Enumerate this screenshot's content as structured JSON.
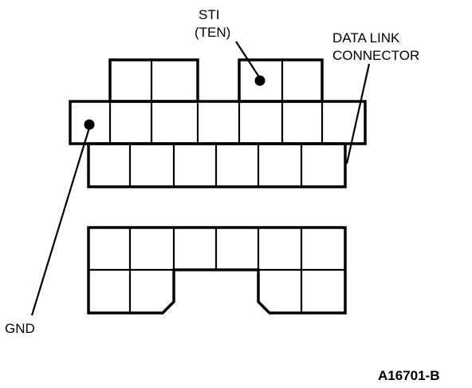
{
  "labels": {
    "sti": "STI",
    "ten": "(TEN)",
    "dlc_line1": "DATA LINK",
    "dlc_line2": "CONNECTOR",
    "gnd": "GND"
  },
  "figure_id": "A16701-B"
}
